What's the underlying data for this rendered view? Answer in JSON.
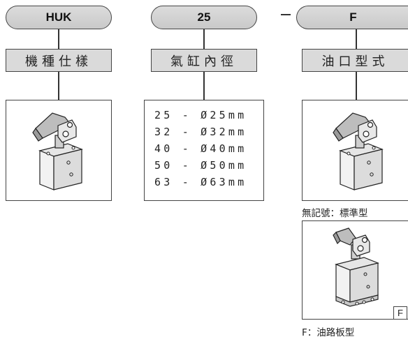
{
  "columns": [
    {
      "code": "HUK",
      "label": "機種仕樣"
    },
    {
      "code": "25",
      "label": "氣缸內徑"
    },
    {
      "code": "F",
      "label": "油口型式"
    }
  ],
  "separator": "—",
  "bore_options": [
    "25 - Ø25mm",
    "32 - Ø32mm",
    "40 - Ø40mm",
    "50 - Ø50mm",
    "63 - Ø63mm"
  ],
  "port_captions": {
    "standard": "無記號：標準型",
    "manifold": "F：油路板型"
  },
  "manifold_tag": "F",
  "icons": [
    "clamp-cylinder-icon",
    "clamp-cylinder-icon",
    "clamp-cylinder-manifold-icon"
  ]
}
